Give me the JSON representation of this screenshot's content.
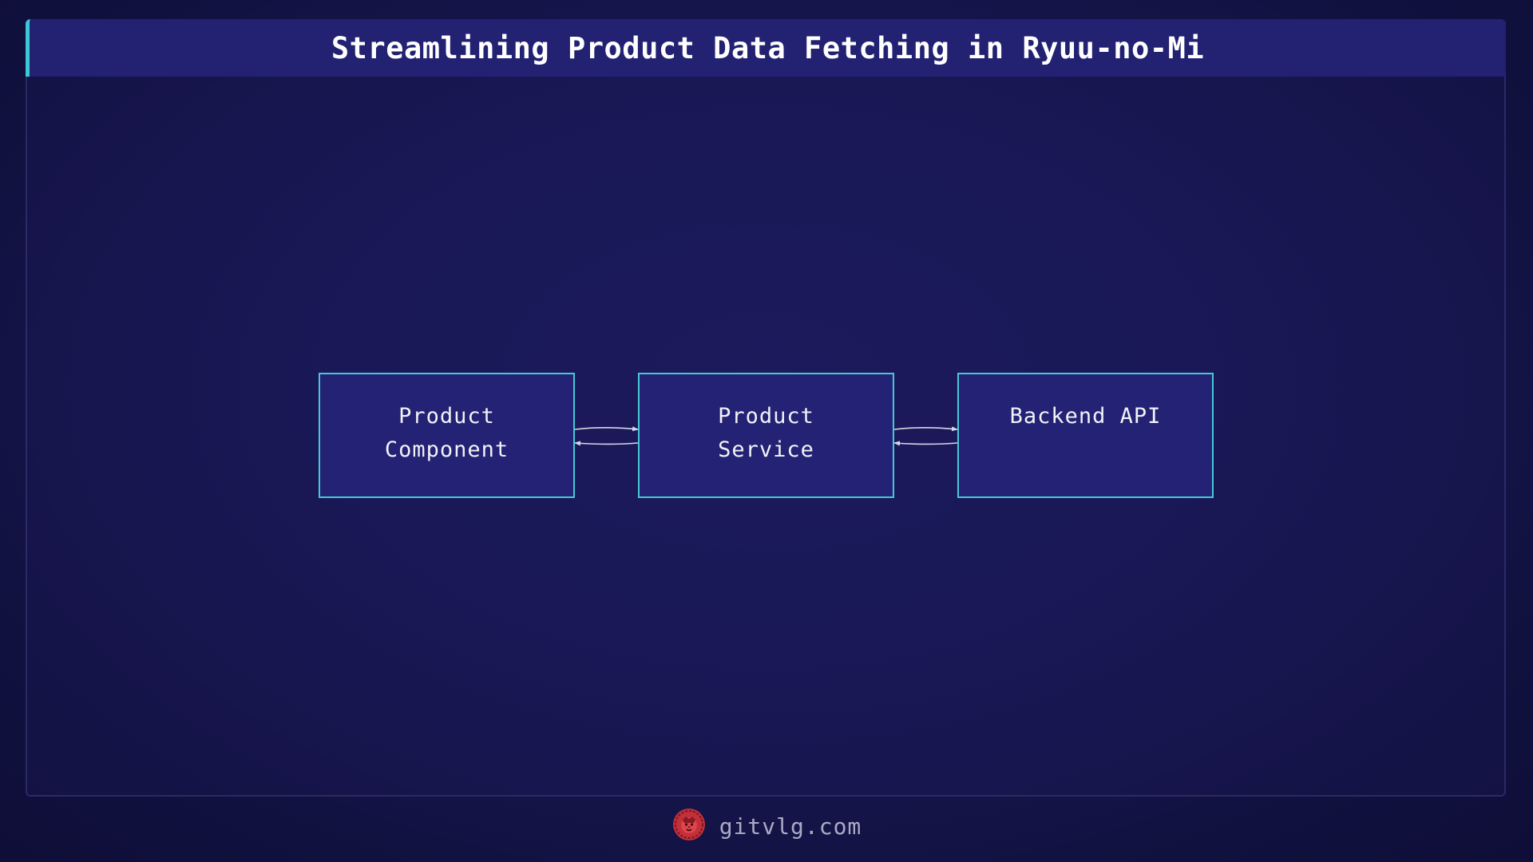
{
  "diagram": {
    "title": "Streamlining Product Data Fetching in Ryuu-no-Mi",
    "nodes": [
      {
        "id": "product-component",
        "label": "Product\nComponent"
      },
      {
        "id": "product-service",
        "label": "Product\nService"
      },
      {
        "id": "backend-api",
        "label": "Backend API"
      }
    ],
    "edges": [
      {
        "from": "product-component",
        "to": "product-service"
      },
      {
        "from": "product-service",
        "to": "product-component"
      },
      {
        "from": "product-service",
        "to": "backend-api"
      },
      {
        "from": "backend-api",
        "to": "product-service"
      }
    ]
  },
  "footer": {
    "site": "gitvlg.com",
    "logo_icon": "lion-logo-icon"
  },
  "colors": {
    "background": "#171752",
    "header": "#222172",
    "accent": "#3cc8d4",
    "node_fill": "#232274",
    "node_border": "#46c9d6",
    "logo": "#d9363e"
  }
}
